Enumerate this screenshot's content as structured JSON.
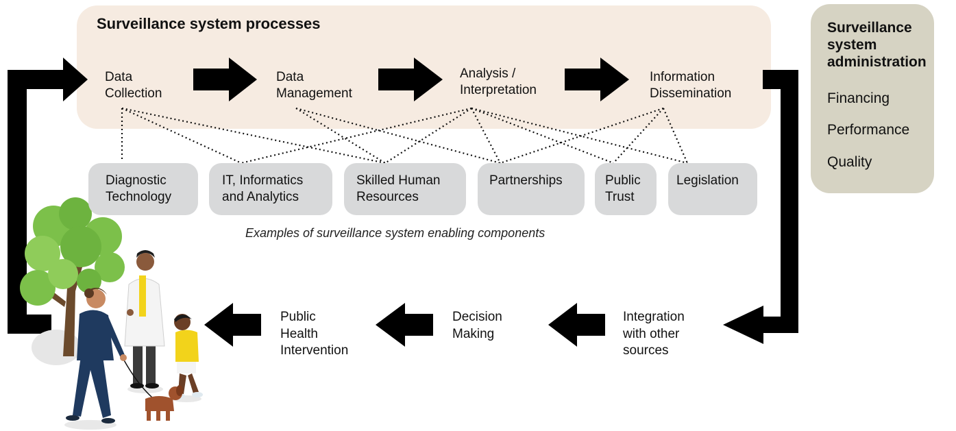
{
  "processes": {
    "title": "Surveillance system processes",
    "steps": [
      {
        "line1": "Data",
        "line2": "Collection"
      },
      {
        "line1": "Data",
        "line2": "Management"
      },
      {
        "line1": "Analysis /",
        "line2": "Interpretation"
      },
      {
        "line1": "Information",
        "line2": "Dissemination"
      }
    ]
  },
  "components": {
    "items": [
      {
        "line1": "Diagnostic",
        "line2": "Technology"
      },
      {
        "line1": "IT, Informatics",
        "line2": "and Analytics"
      },
      {
        "line1": "Skilled Human",
        "line2": "Resources"
      },
      {
        "line1": "Partnerships",
        "line2": ""
      },
      {
        "line1": "Public",
        "line2": "Trust"
      },
      {
        "line1": "Legislation",
        "line2": ""
      }
    ],
    "caption": "Examples of surveillance system enabling components"
  },
  "administration": {
    "title_line1": "Surveillance",
    "title_line2": "system",
    "title_line3": "administration",
    "items": [
      "Financing",
      "Performance",
      "Quality"
    ]
  },
  "lower_flow": [
    {
      "line1": "Integration",
      "line2": "with other",
      "line3": "sources"
    },
    {
      "line1": "Decision",
      "line2": "Making",
      "line3": ""
    },
    {
      "line1": "Public",
      "line2": "Health",
      "line3": "Intervention"
    }
  ],
  "colors": {
    "processes_panel": "#f6ebe1",
    "component_box": "#d8d9da",
    "admin_panel": "#d6d3c3",
    "arrow": "#000000"
  },
  "icons": [
    "tree-illustration",
    "nurse-illustration",
    "doctor-illustration",
    "child-illustration",
    "dog-illustration"
  ]
}
